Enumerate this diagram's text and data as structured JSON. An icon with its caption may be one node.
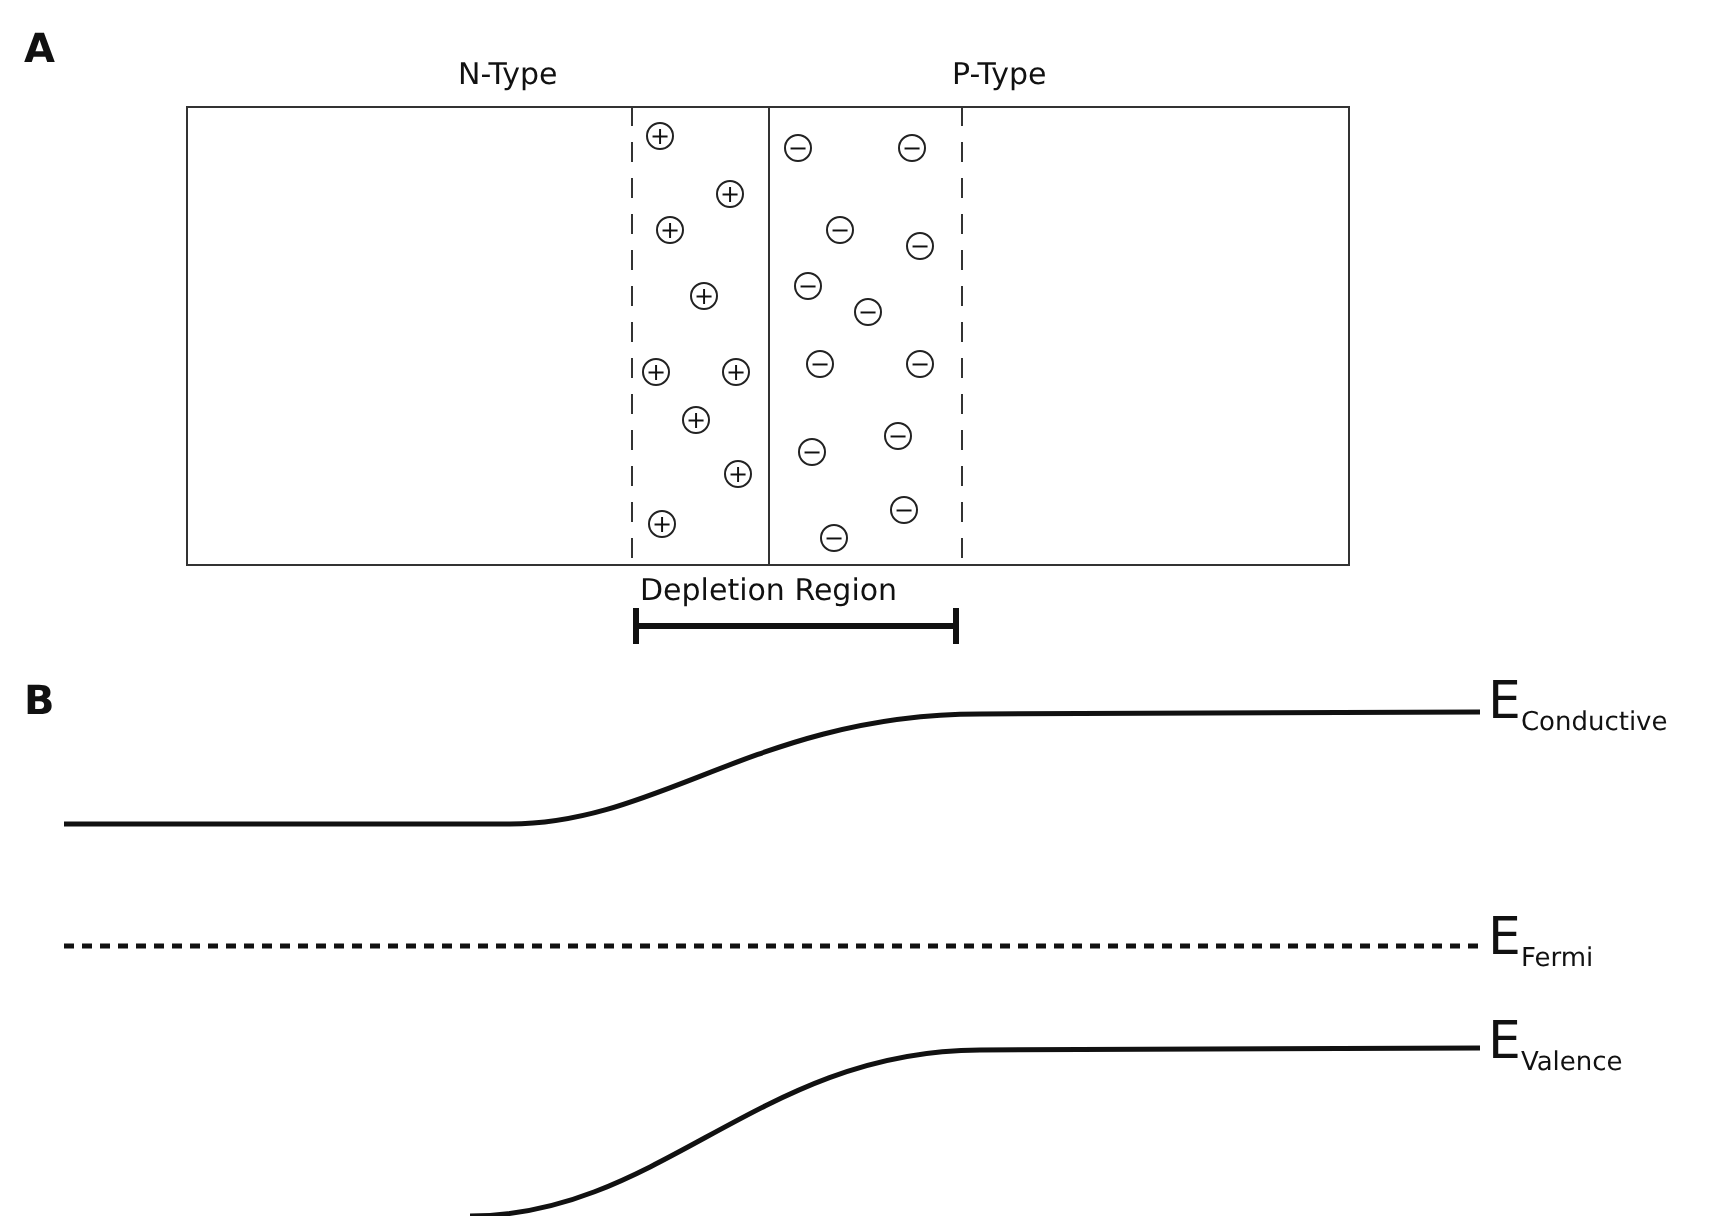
{
  "diagram": {
    "nodes": [
      {
        "text": [
          "N-Type"
        ]
      },
      {
        "text": [
          "P-Type"
        ]
      },
      {
        "text": [
          "+"
        ],
        "in": 0
      },
      {
        "text": [
          "+"
        ],
        "in": 0
      },
      {
        "text": [
          "+"
        ],
        "in": 0
      },
      {
        "text": [
          "+"
        ],
        "in": 0
      },
      {
        "text": [
          "+"
        ],
        "in": 0
      },
      {
        "text": [
          "+"
        ],
        "in": 0
      },
      {
        "text": [
          "+"
        ],
        "in": 0
      },
      {
        "text": [
          "+"
        ],
        "in": 0
      },
      {
        "text": [
          "+"
        ],
        "in": 0
      },
      {
        "text": [
          "−"
        ],
        "in": 1
      },
      {
        "text": [
          "−"
        ],
        "in": 1
      },
      {
        "text": [
          "−"
        ],
        "in": 1
      },
      {
        "text": [
          "−"
        ],
        "in": 1
      },
      {
        "text": [
          "−"
        ],
        "in": 1
      },
      {
        "text": [
          "−"
        ],
        "in": 1
      },
      {
        "text": [
          "−"
        ],
        "in": 1
      },
      {
        "text": [
          "−"
        ],
        "in": 1
      },
      {
        "text": [
          "−"
        ],
        "in": 1
      },
      {
        "text": [
          "−"
        ],
        "in": 1
      },
      {
        "text": [
          "−"
        ],
        "in": 1
      },
      {
        "text": [
          "−"
        ],
        "in": 1
      }
    ],
    "labels": [
      "A",
      "Depletion Region",
      "B",
      "E$_{Conductive}$",
      "E$_{Fermi}$",
      "E$_{Valence}$"
    ]
  }
}
